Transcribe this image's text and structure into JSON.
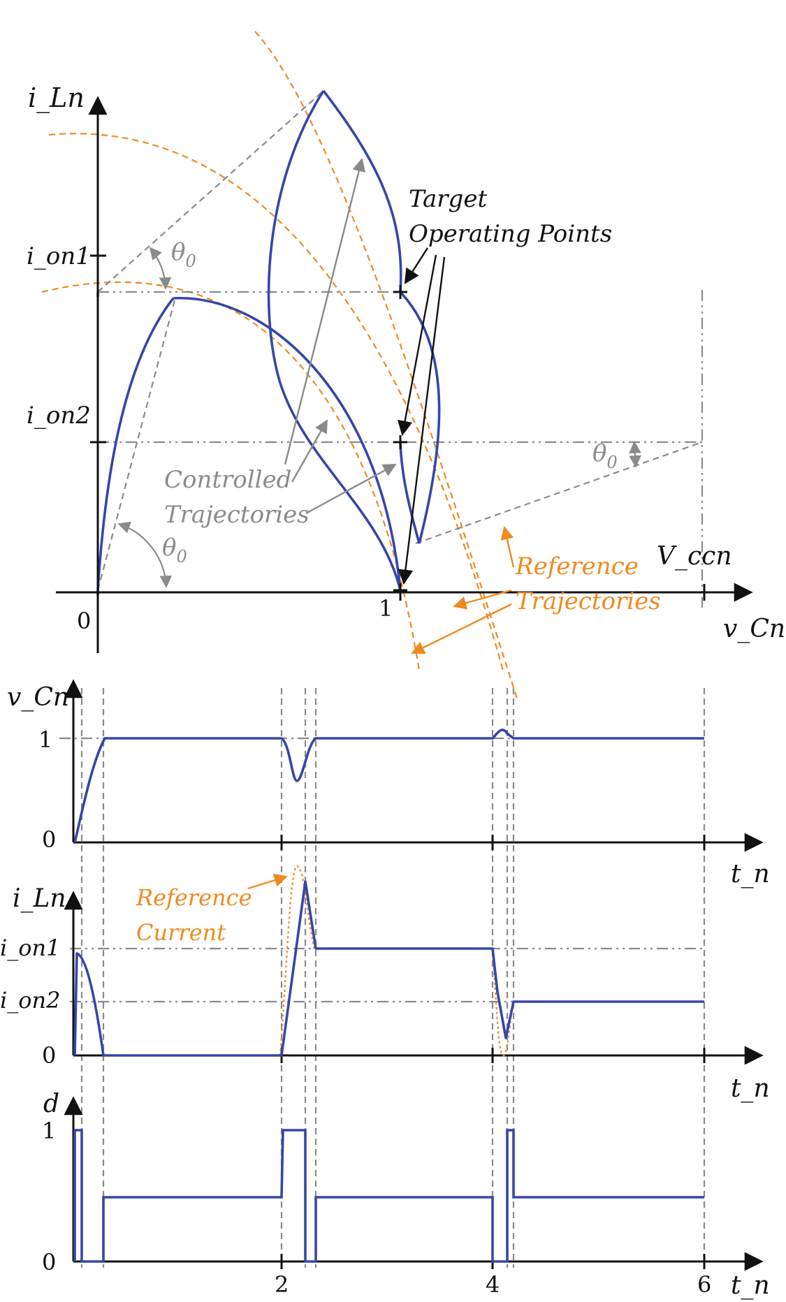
{
  "colors": {
    "trajectory": "#3646a8",
    "reference": "#ef8a1f",
    "guide": "#8a8a8a",
    "axis": "#111111"
  },
  "phase_plane": {
    "y_axis_label": "i_Ln",
    "x_axis_label": "v_Cn",
    "tick_ion1": "i_on1",
    "tick_ion2": "i_on2",
    "origin_label": "0",
    "x_tick_1": "1",
    "vccn_label": "V_ccn",
    "theta_label": "θ",
    "theta_sub": "0",
    "target_label_line1": "Target",
    "target_label_line2": "Operating Points",
    "controlled_line1": "Controlled",
    "controlled_line2": "Trajectories",
    "reference_line1": "Reference",
    "reference_line2": "Trajectories"
  },
  "plot_vcn": {
    "y_label": "v_Cn",
    "tick_1": "1",
    "tick_0": "0",
    "x_label": "t_n"
  },
  "plot_iln": {
    "y_label": "i_Ln",
    "tick_ion1": "i_on1",
    "tick_ion2": "i_on2",
    "tick_0": "0",
    "x_label": "t_n",
    "ref_current_line1": "Reference",
    "ref_current_line2": "Current"
  },
  "plot_d": {
    "y_label": "d",
    "tick_1": "1",
    "tick_0": "0",
    "x_label": "t_n",
    "x_ticks": [
      "2",
      "4",
      "6"
    ]
  }
}
